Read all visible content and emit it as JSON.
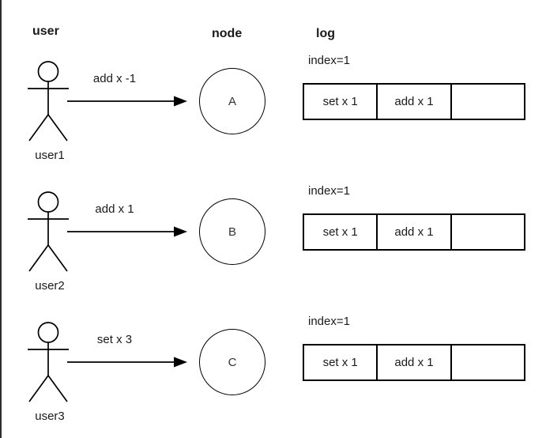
{
  "diagram": {
    "headers": {
      "user": "user",
      "node": "node",
      "log": "log"
    },
    "rows": [
      {
        "user_name": "user1",
        "message": "add x -1",
        "node_label": "A",
        "log_index": "index=1",
        "log_cells": [
          "set x 1",
          "add x 1",
          ""
        ]
      },
      {
        "user_name": "user2",
        "message": "add x 1",
        "node_label": "B",
        "log_index": "index=1",
        "log_cells": [
          "set x 1",
          "add x 1",
          ""
        ]
      },
      {
        "user_name": "user3",
        "message": "set x 3",
        "node_label": "C",
        "log_index": "index=1",
        "log_cells": [
          "set x 1",
          "add x 1",
          ""
        ]
      }
    ],
    "colors": {
      "stroke": "#000000",
      "text": "#1a1a1a",
      "background": "#ffffff",
      "frame": "#2d2d2d"
    }
  }
}
